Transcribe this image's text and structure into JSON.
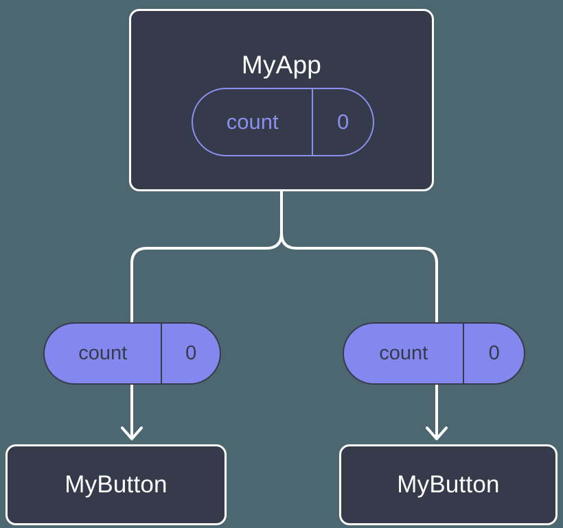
{
  "diagram": {
    "title": "React state propagation tree",
    "background_color": "#4c676f",
    "nodes": {
      "app": {
        "label": "MyApp",
        "fill": "#353b4a",
        "border": "#ffffff",
        "state_pill": {
          "key": "count",
          "value": "0",
          "style": "outline",
          "accent": "#8b8fee"
        }
      },
      "button_left": {
        "label": "MyButton",
        "fill": "#353b4a",
        "border": "#ffffff",
        "prop_pill": {
          "key": "count",
          "value": "0",
          "style": "filled",
          "fill": "#8387ee",
          "text": "#353b4a"
        }
      },
      "button_right": {
        "label": "MyButton",
        "fill": "#353b4a",
        "border": "#ffffff",
        "prop_pill": {
          "key": "count",
          "value": "0",
          "style": "filled",
          "fill": "#8387ee",
          "text": "#353b4a"
        }
      }
    },
    "edges": {
      "color": "#ffffff",
      "stroke_width": 4,
      "splitter_label": "app-to-children-split",
      "arrow_left_label": "arrow-to-left-button",
      "arrow_right_label": "arrow-to-right-button"
    }
  }
}
